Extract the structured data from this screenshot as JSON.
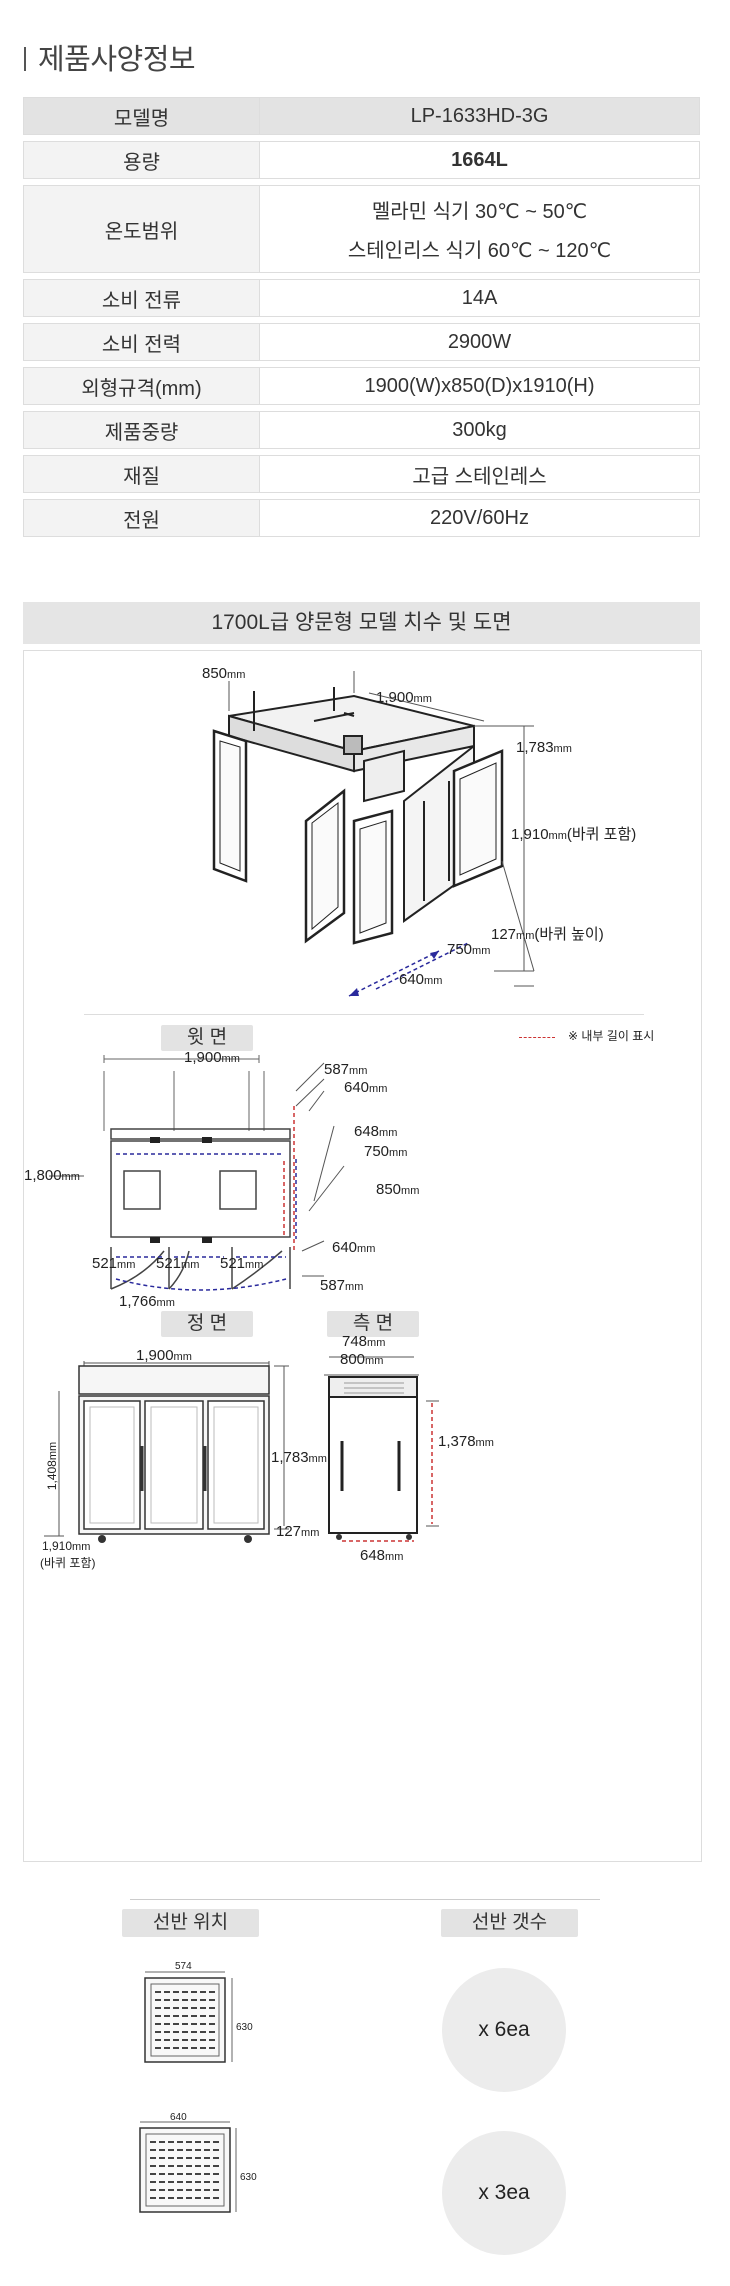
{
  "section_title": "제품사양정보",
  "spec_rows": [
    {
      "label": "모델명",
      "value": "LP-1633HD-3G"
    },
    {
      "label": "용량",
      "value": "1664L"
    },
    {
      "label": "온도범위",
      "value": "멜라민 식기 30℃ ~ 50℃",
      "value2": "스테인리스 식기 60℃ ~ 120℃"
    },
    {
      "label": "소비 전류",
      "value": "14A"
    },
    {
      "label": "소비 전력",
      "value": "2900W"
    },
    {
      "label": "외형규격(mm)",
      "value": "1900(W)x850(D)x1910(H)"
    },
    {
      "label": "제품중량",
      "value": "300kg"
    },
    {
      "label": "재질",
      "value": "고급 스테인레스"
    },
    {
      "label": "전원",
      "value": "220V/60Hz"
    }
  ],
  "dimension_title": "1700L급 양문형 모델 치수 및 도면",
  "iso_labels": {
    "w850": "850",
    "w1900": "1,900",
    "h1783": "1,783",
    "h1910": "1,910",
    "wheel_note": "(바퀴 포함)",
    "h127": "127",
    "wheel_height_note": "(바퀴 높이)",
    "d750": "750",
    "d640": "640",
    "unit": "mm"
  },
  "top_view": {
    "title": "윗 면",
    "legend": "※ 내부 길이 표시",
    "w1900": "1,900",
    "d587": "587",
    "d640": "640",
    "d648": "648",
    "d750": "750",
    "d850": "850",
    "w1800": "1,800",
    "d640b": "640",
    "d587b": "587",
    "w521a": "521",
    "w521b": "521",
    "w521c": "521",
    "w1766": "1,766"
  },
  "front_view": {
    "title": "정 면",
    "w1900": "1,900",
    "h1783": "1,783",
    "h127": "127",
    "h1408": "1,408",
    "h1910": "1,910",
    "wheel_note": "(바퀴 포함)"
  },
  "side_view": {
    "title": "측 면",
    "w748": "748",
    "w800": "800",
    "h1378": "1,378",
    "w648": "648"
  },
  "shelf_position": {
    "title": "선반 위치",
    "tray1_w": "574",
    "tray1_h": "630",
    "tray2_w": "640",
    "tray2_h": "630"
  },
  "shelf_count": {
    "title": "선반 갯수",
    "count1": "x 6ea",
    "count2": "x 3ea"
  }
}
